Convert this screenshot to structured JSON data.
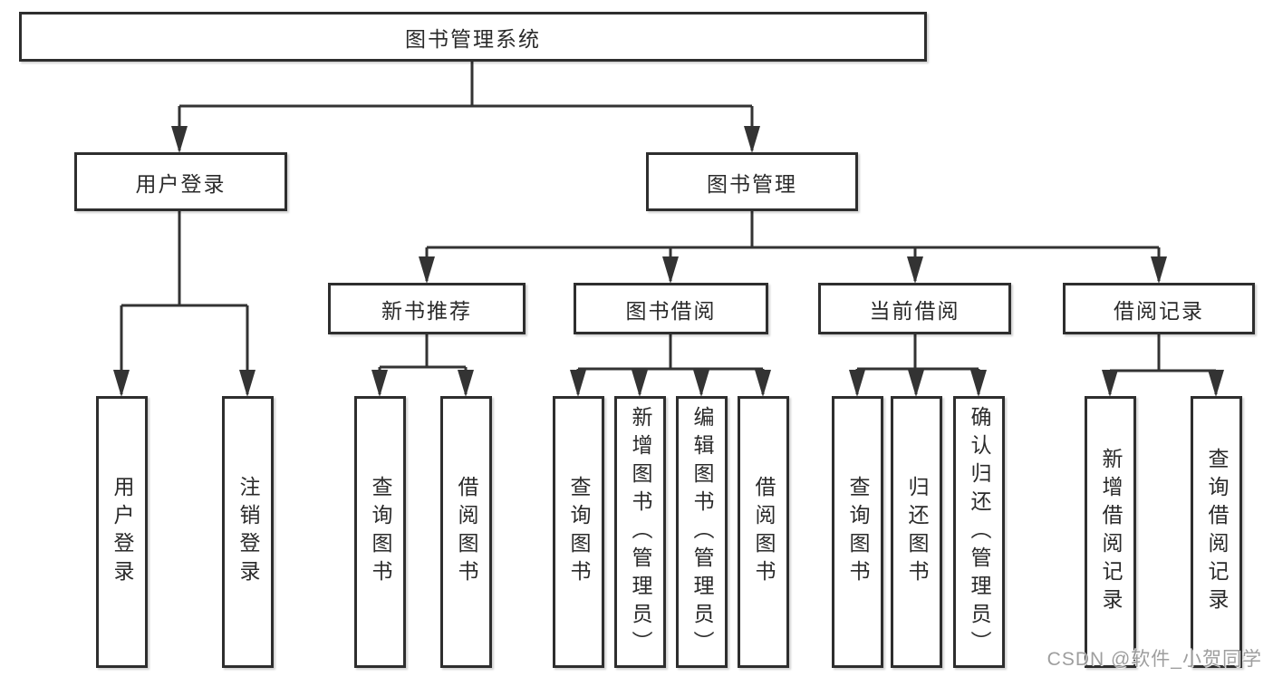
{
  "diagram": {
    "root": {
      "label": "图书管理系统"
    },
    "branches": [
      {
        "label": "用户登录",
        "children": [
          {
            "label": "用户登录"
          },
          {
            "label": "注销登录"
          }
        ]
      },
      {
        "label": "图书管理",
        "children": [
          {
            "label": "新书推荐",
            "children": [
              {
                "label": "查询图书"
              },
              {
                "label": "借阅图书"
              }
            ]
          },
          {
            "label": "图书借阅",
            "children": [
              {
                "label": "查询图书"
              },
              {
                "label": "新增图书（管理员）"
              },
              {
                "label": "编辑图书（管理员）"
              },
              {
                "label": "借阅图书"
              }
            ]
          },
          {
            "label": "当前借阅",
            "children": [
              {
                "label": "查询图书"
              },
              {
                "label": "归还图书"
              },
              {
                "label": "确认归还（管理员）"
              }
            ]
          },
          {
            "label": "借阅记录",
            "children": [
              {
                "label": "新增借阅记录"
              },
              {
                "label": "查询借阅记录"
              }
            ]
          }
        ]
      }
    ]
  },
  "watermark": {
    "text": "CSDN @软件_小贺同学"
  },
  "colors": {
    "line": "#333333",
    "box_border": "#2e2e2e",
    "text": "#2a2a2a",
    "background": "#ffffff",
    "watermark": "#969696"
  }
}
